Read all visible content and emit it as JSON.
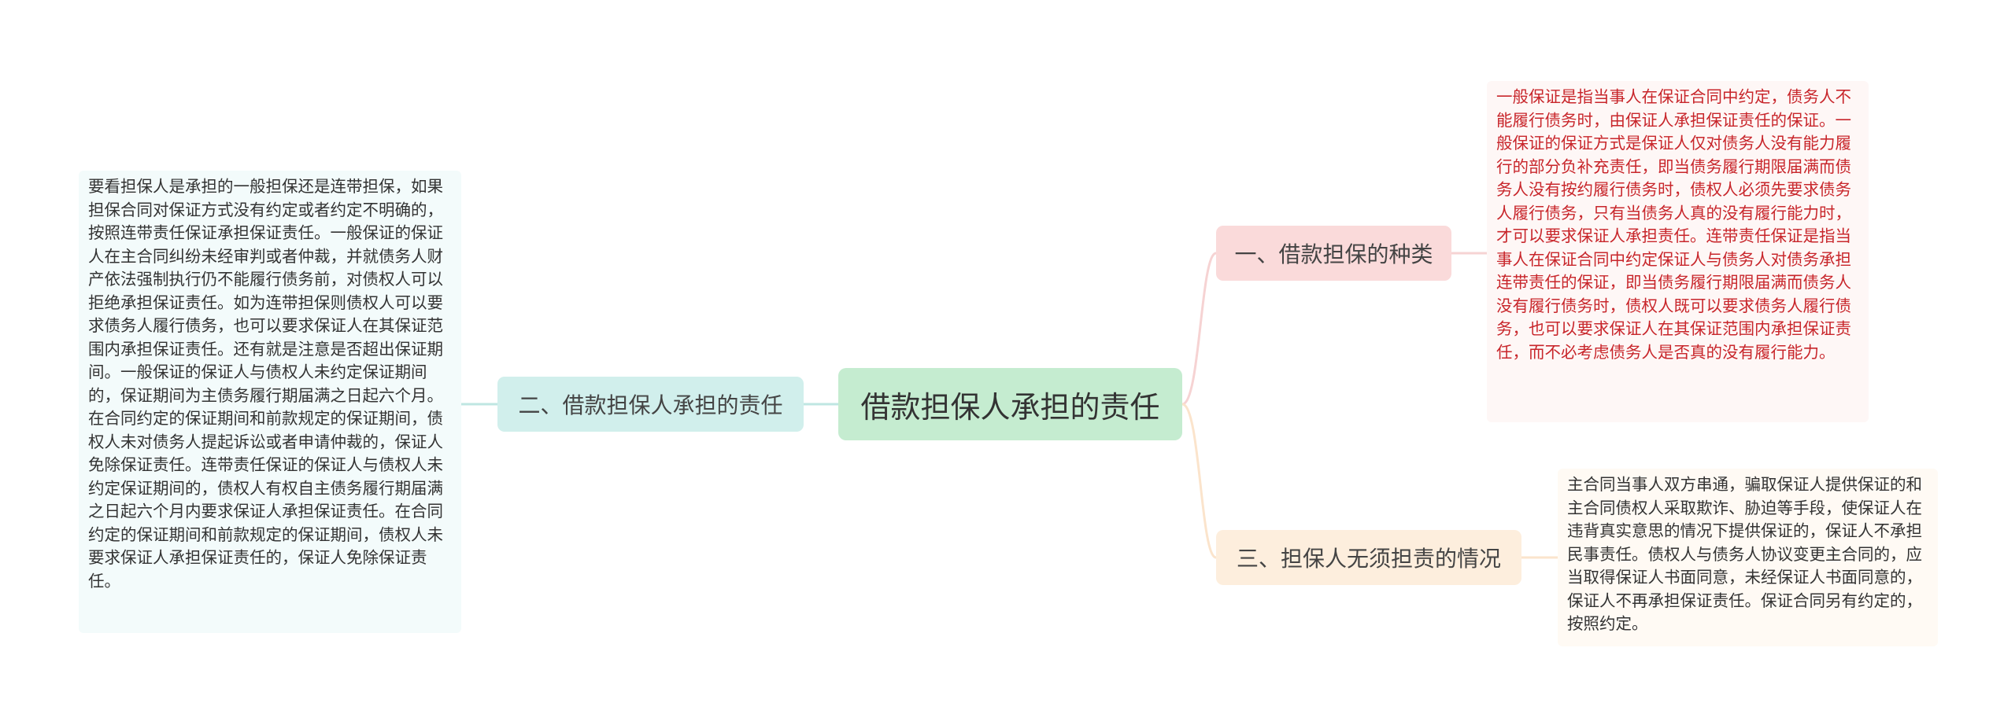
{
  "center": {
    "title": "借款担保人承担的责任"
  },
  "branches": [
    {
      "label": "一、借款担保的种类",
      "detail": "一般保证是指当事人在保证合同中约定，债务人不能履行债务时，由保证人承担保证责任的保证。一般保证的保证方式是保证人仅对债务人没有能力履行的部分负补充责任，即当债务履行期限届满而债务人没有按约履行债务时，债权人必须先要求债务人履行债务，只有当债务人真的没有履行能力时，才可以要求保证人承担责任。连带责任保证是指当事人在保证合同中约定保证人与债务人对债务承担连带责任的保证，即当债务履行期限届满而债务人没有履行债务时，债权人既可以要求债务人履行债务，也可以要求保证人在其保证范围内承担保证责任，而不必考虑债务人是否真的没有履行能力。"
    },
    {
      "label": "二、借款担保人承担的责任",
      "detail": "要看担保人是承担的一般担保还是连带担保，如果担保合同对保证方式没有约定或者约定不明确的，按照连带责任保证承担保证责任。一般保证的保证人在主合同纠纷未经审判或者仲裁，并就债务人财产依法强制执行仍不能履行债务前，对债权人可以拒绝承担保证责任。如为连带担保则债权人可以要求债务人履行债务，也可以要求保证人在其保证范围内承担保证责任。还有就是注意是否超出保证期间。一般保证的保证人与债权人未约定保证期间的，保证期间为主债务履行期届满之日起六个月。在合同约定的保证期间和前款规定的保证期间，债权人未对债务人提起诉讼或者申请仲裁的，保证人免除保证责任。连带责任保证的保证人与债权人未约定保证期间的，债权人有权自主债务履行期届满之日起六个月内要求保证人承担保证责任。在合同约定的保证期间和前款规定的保证期间，债权人未要求保证人承担保证责任的，保证人免除保证责任。"
    },
    {
      "label": "三、担保人无须担责的情况",
      "detail": "主合同当事人双方串通，骗取保证人提供保证的和主合同债权人采取欺诈、胁迫等手段，使保证人在违背真实意思的情况下提供保证的，保证人不承担民事责任。债权人与债务人协议变更主合同的，应当取得保证人书面同意，未经保证人书面同意的，保证人不再承担保证责任。保证合同另有约定的，按照约定。"
    }
  ],
  "colors": {
    "center_fill": "#c5ecd0",
    "branch1_fill": "#fadada",
    "branch2_fill": "#d1efec",
    "branch3_fill": "#fdeedd",
    "branch1_text": "#c8262b"
  }
}
